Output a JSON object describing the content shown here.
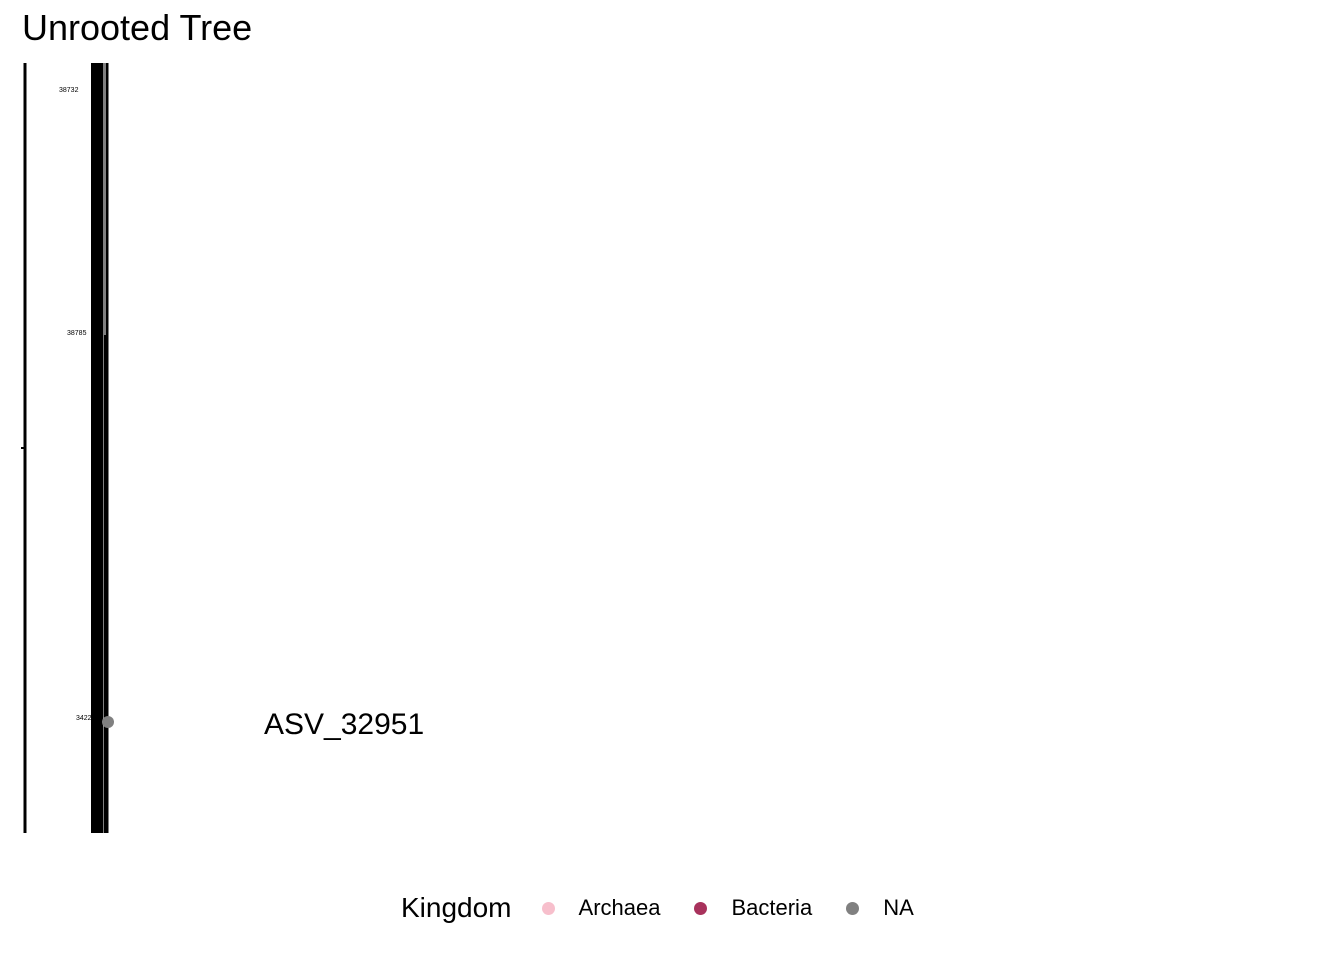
{
  "title": "Unrooted Tree",
  "tree": {
    "node_labels": [
      "38732",
      "38785",
      "3422"
    ],
    "tip_labels": [
      {
        "label": "ASV_32951",
        "kingdom": "NA"
      }
    ]
  },
  "legend": {
    "title": "Kingdom",
    "items": [
      {
        "label": "Archaea",
        "color": "#f7bfcc"
      },
      {
        "label": "Bacteria",
        "color": "#a8325c"
      },
      {
        "label": "NA",
        "color": "#808080"
      }
    ]
  }
}
